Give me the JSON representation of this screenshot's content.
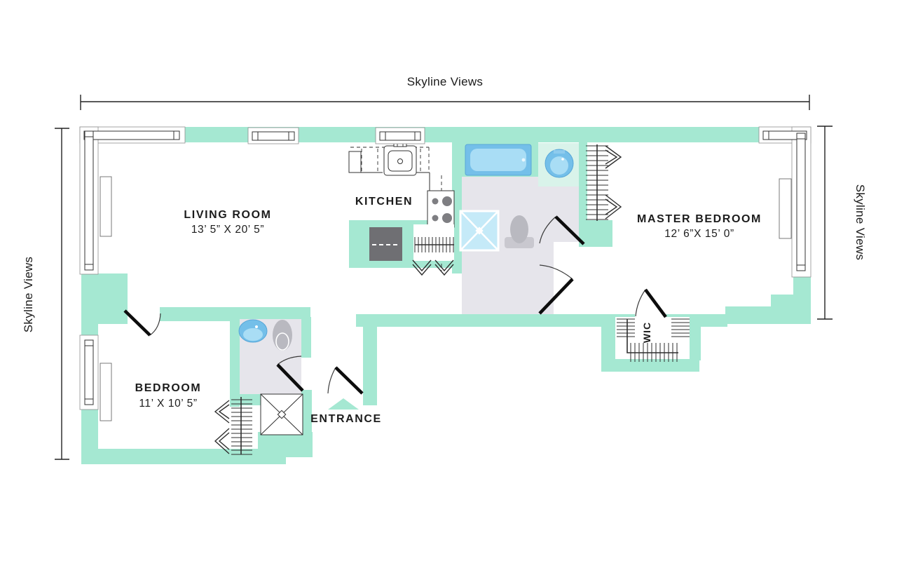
{
  "views_labels": {
    "top": "Skyline Views",
    "left": "Skyline Views",
    "right": "Skyline Views"
  },
  "rooms": {
    "living_room": {
      "name": "LIVING ROOM",
      "dims": "13’ 5” X 20’ 5”"
    },
    "kitchen": {
      "name": "KITCHEN"
    },
    "master_bedroom": {
      "name": "MASTER BEDROOM",
      "dims": "12’ 6”X 15’ 0”"
    },
    "bedroom": {
      "name": "BEDROOM",
      "dims": "11’ X 10’ 5”"
    },
    "wic": {
      "name": "WIC"
    },
    "entrance": {
      "name": "ENTRANCE"
    }
  },
  "colors": {
    "wall": "#A5E8D2",
    "vanity": "#D9F3EA",
    "fixture_blue": "#74BFE9",
    "fixture_blue_light": "#A9DDF5",
    "shower_blue": "#C5EAF8",
    "bath_floor": "#E6E5EB",
    "appliance_gray": "#6F6F73",
    "toilet_gray": "#B9B9C0",
    "line": "#2E2E2E",
    "text": "#1C1C1C"
  }
}
